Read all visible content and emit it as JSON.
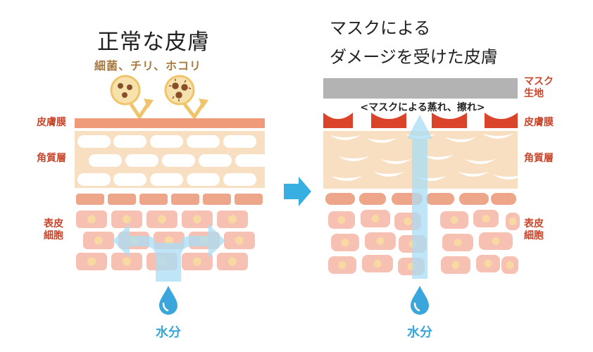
{
  "left_panel": {
    "title": "正常な皮膚",
    "germs_caption": "細菌、チリ、ホコリ",
    "labels": {
      "sebum_membrane": "皮膚膜",
      "stratum_corneum": "角質層",
      "epidermal_cells": [
        "表皮",
        "細胞"
      ]
    },
    "water_label": "水分"
  },
  "right_panel": {
    "title_line1": "マスクによる",
    "title_line2": "ダメージを受けた皮膚",
    "mask_label": [
      "マスク",
      "生地"
    ],
    "damage_caption": "<マスクによる蒸れ、擦れ>",
    "labels": {
      "sebum_membrane": "皮膚膜",
      "stratum_corneum": "角質層",
      "epidermal_cells": [
        "表皮",
        "細胞"
      ]
    },
    "water_label": "水分"
  },
  "colors": {
    "sebum": "#ef9a78",
    "corneum_bg": "#f8dfc2",
    "granular_cell": "#eda68a",
    "epidermal_cell": "#f6c0b3",
    "nucleus": "#f8d9a2",
    "mask": "#b3b3b3",
    "mask_edge": "#d9442a",
    "water_arrow": "#a9def6",
    "water_drop": "#3aa6dc",
    "germ_circle": "#f6e2ad",
    "germ_dot": "#8a4f28",
    "deflect_arrow": "#f2c46a",
    "transition_arrow": "#37afe0"
  }
}
